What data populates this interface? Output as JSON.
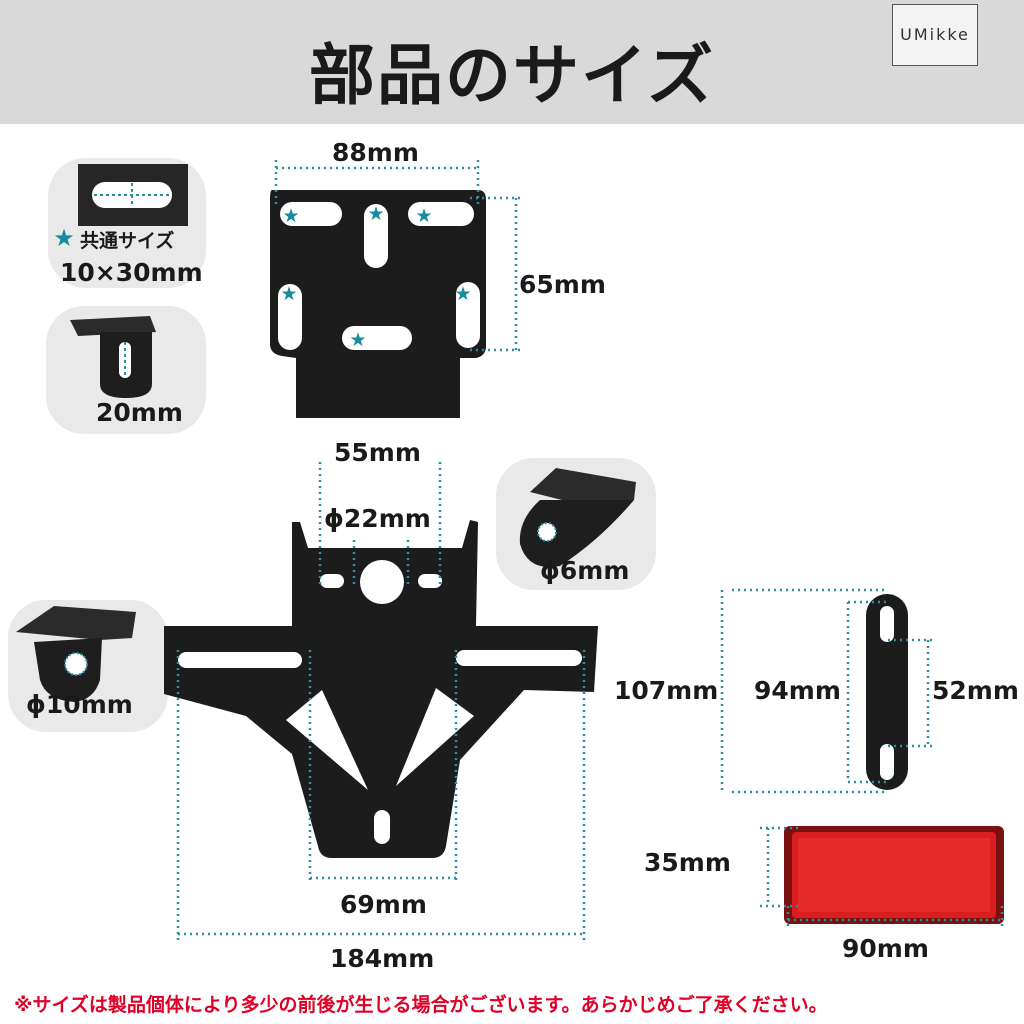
{
  "header": {
    "title": "部品のサイズ",
    "logo_text": "UMikke"
  },
  "legend": {
    "star": "★",
    "common_label": "共通サイズ",
    "slot_size": "10×30mm"
  },
  "dimensions": {
    "top_width": "88mm",
    "top_height": "65mm",
    "bend": "20mm",
    "hole_spacing": "55mm",
    "center_hole": "ϕ22mm",
    "side_hole": "ϕ6mm",
    "corner_hole": "ϕ10mm",
    "total_height": "107mm",
    "slot_span": "94mm",
    "strap_holes": "52mm",
    "lower_width": "69mm",
    "total_width": "184mm",
    "reflector_height": "35mm",
    "reflector_width": "90mm"
  },
  "footer": {
    "note": "※サイズは製品個体により多少の前後が生じる場合がございます。あらかじめご了承ください。"
  },
  "colors": {
    "accent": "#2a8fa3",
    "note": "#e00027",
    "header_bg": "#d9d9d9",
    "bubble_bg": "#e9e9e9"
  }
}
